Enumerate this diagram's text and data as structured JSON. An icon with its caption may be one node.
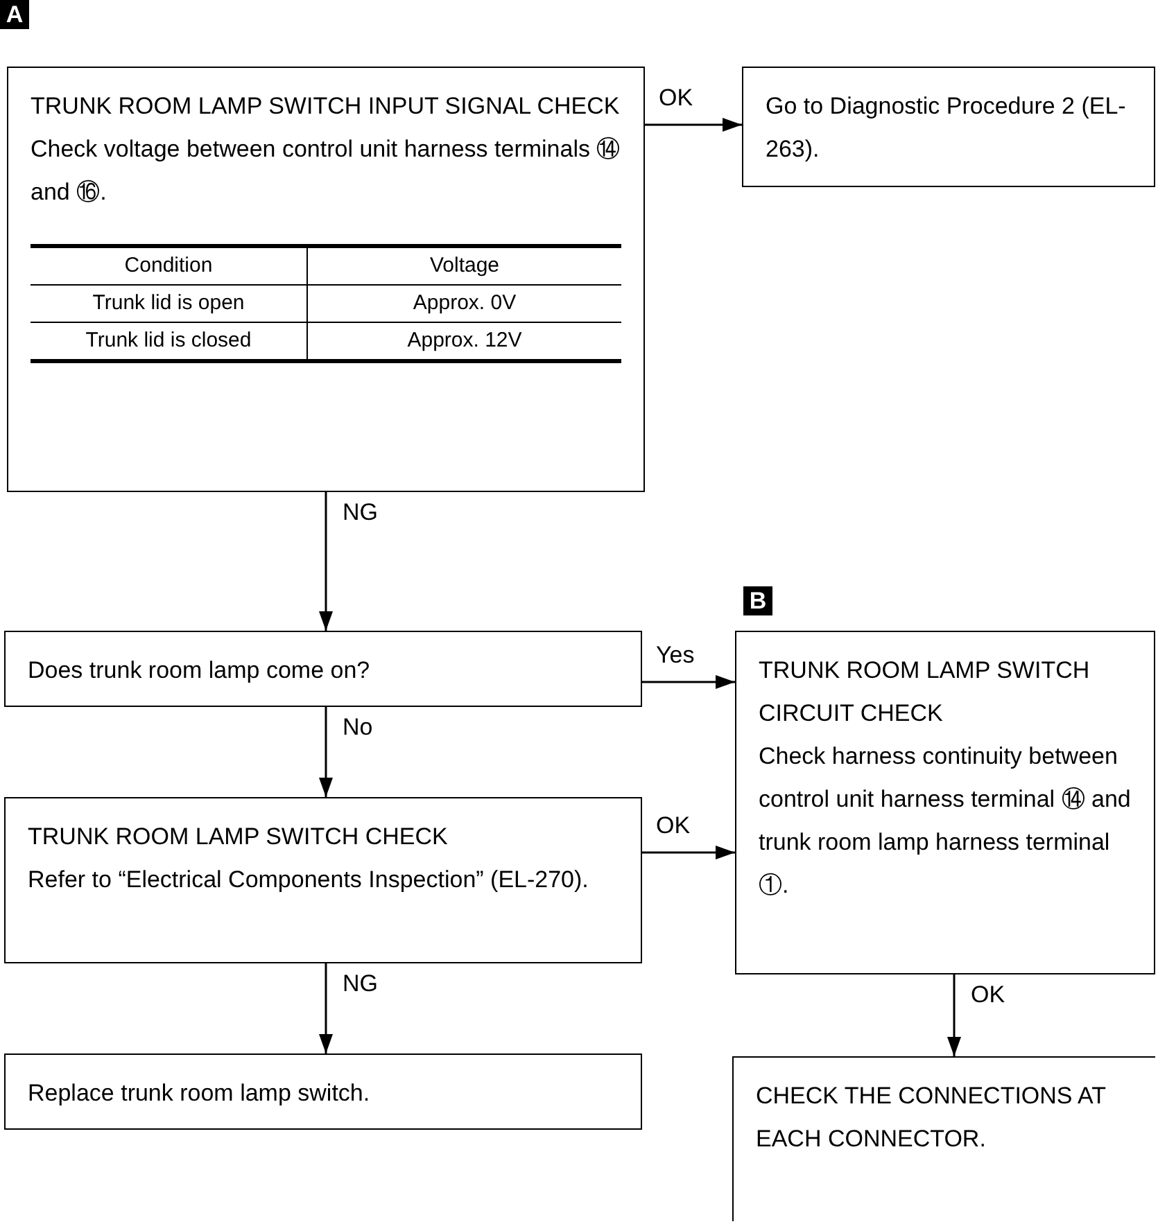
{
  "diagram": {
    "nodes": [
      {
        "text": [
          "TRUNK ROOM LAMP SWITCH INPUT SIGNAL CHECK",
          "Check voltage between control unit harness terminals ⑭ and ⑯."
        ]
      },
      {
        "text": [
          "Go to Diagnostic Procedure 2 (EL-263)."
        ]
      },
      {
        "text": [
          "Does trunk room lamp come on?"
        ]
      },
      {
        "text": [
          "TRUNK ROOM LAMP SWITCH CHECK",
          "Refer to “Electrical Components Inspection” (EL-270)."
        ]
      },
      {
        "text": [
          "Replace trunk room lamp switch."
        ]
      },
      {
        "text": [
          "TRUNK ROOM LAMP SWITCH CIRCUIT CHECK",
          "Check harness continuity between control unit harness terminal ⑭ and trunk room lamp harness terminal ①."
        ]
      },
      {
        "text": [
          "CHECK THE CONNECTIONS AT EACH CONNECTOR."
        ]
      }
    ],
    "edges": [
      {
        "from": 0,
        "to": 1,
        "arrow": "to",
        "label": "OK"
      },
      {
        "from": 0,
        "to": 2,
        "arrow": "to",
        "label": "NG"
      },
      {
        "from": 2,
        "to": 5,
        "arrow": "to",
        "label": "Yes"
      },
      {
        "from": 2,
        "to": 3,
        "arrow": "to",
        "label": "No"
      },
      {
        "from": 3,
        "to": 5,
        "arrow": "to",
        "label": "OK"
      },
      {
        "from": 3,
        "to": 4,
        "arrow": "to",
        "label": "NG"
      },
      {
        "from": 5,
        "to": 6,
        "arrow": "to",
        "label": "OK"
      }
    ],
    "labels": [
      "A",
      "Condition",
      "Voltage",
      "Trunk lid is open",
      "Approx. 0V",
      "Trunk lid is closed",
      "Approx. 12V",
      "B"
    ]
  }
}
